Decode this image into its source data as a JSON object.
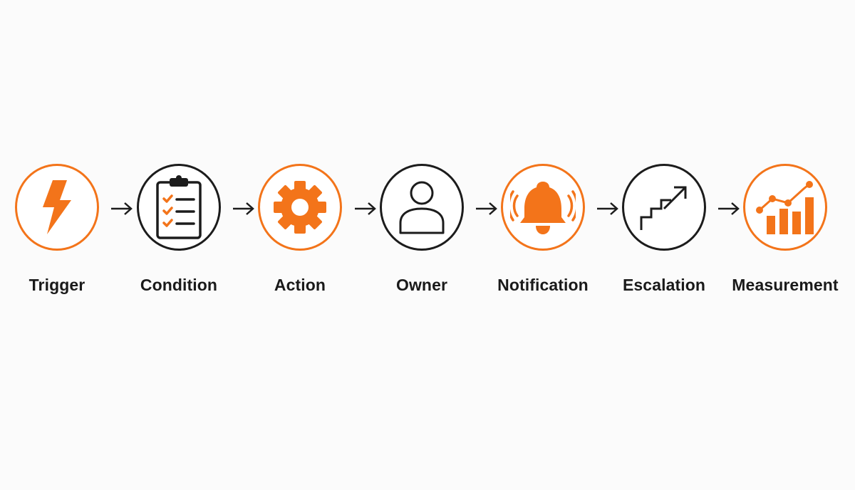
{
  "colors": {
    "accent": "#f3741a",
    "outline": "#1c1c1c",
    "text": "#1a1a1a",
    "background": "#fbfbfb"
  },
  "steps": [
    {
      "label": "Trigger",
      "icon": "lightning-bolt-icon",
      "ring": "orange"
    },
    {
      "label": "Condition",
      "icon": "checklist-clipboard-icon",
      "ring": "black"
    },
    {
      "label": "Action",
      "icon": "gear-icon",
      "ring": "orange"
    },
    {
      "label": "Owner",
      "icon": "user-icon",
      "ring": "black"
    },
    {
      "label": "Notification",
      "icon": "bell-icon",
      "ring": "orange"
    },
    {
      "label": "Escalation",
      "icon": "stairs-up-arrow-icon",
      "ring": "black"
    },
    {
      "label": "Measurement",
      "icon": "bar-line-chart-icon",
      "ring": "orange"
    }
  ]
}
